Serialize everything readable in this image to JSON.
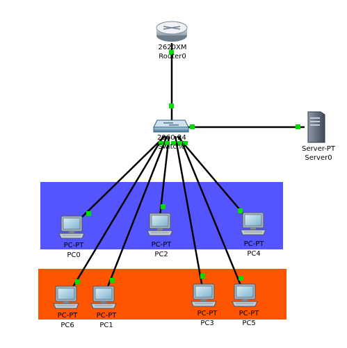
{
  "colors": {
    "area_blue": "#5555ff",
    "area_orange": "#ff5500",
    "link": "#000000",
    "link_up": "#00dd00"
  },
  "router": {
    "model": "2620XM",
    "name": "Router0"
  },
  "switch": {
    "model": "2960-24",
    "name": "Switch0"
  },
  "server": {
    "model": "Server-PT",
    "name": "Server0"
  },
  "pcs": [
    {
      "id": "pc0",
      "model": "PC-PT",
      "name": "PC0"
    },
    {
      "id": "pc2",
      "model": "PC-PT",
      "name": "PC2"
    },
    {
      "id": "pc4",
      "model": "PC-PT",
      "name": "PC4"
    },
    {
      "id": "pc6",
      "model": "PC-PT",
      "name": "PC6"
    },
    {
      "id": "pc1",
      "model": "PC-PT",
      "name": "PC1"
    },
    {
      "id": "pc3",
      "model": "PC-PT",
      "name": "PC3"
    },
    {
      "id": "pc5",
      "model": "PC-PT",
      "name": "PC5"
    }
  ]
}
